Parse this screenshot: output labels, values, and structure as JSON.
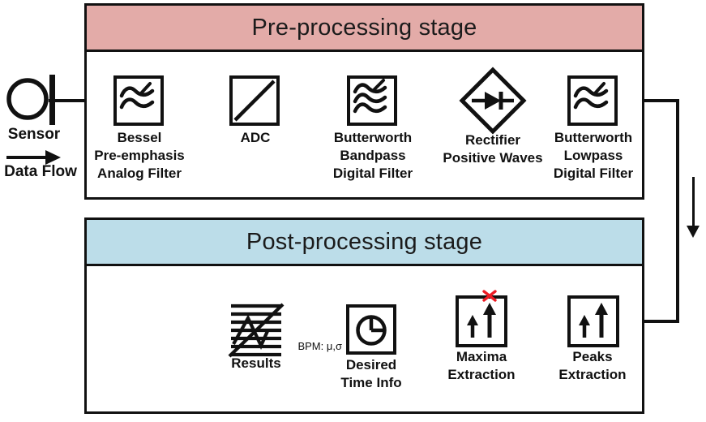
{
  "stage_pre": {
    "title": "Pre-processing stage",
    "bg": "#e3aba8"
  },
  "stage_post": {
    "title": "Post-processing stage",
    "bg": "#bcdde9"
  },
  "sensor": {
    "label": "Sensor",
    "flow_label": "Data Flow",
    "icon": "sensor-icon"
  },
  "pre_blocks": [
    {
      "icon": "lowpass-filter-icon",
      "lines": [
        "Bessel",
        "Pre-emphasis",
        "Analog Filter"
      ]
    },
    {
      "icon": "adc-icon",
      "lines": [
        "ADC"
      ]
    },
    {
      "icon": "bandpass-filter-icon",
      "lines": [
        "Butterworth",
        "Bandpass",
        "Digital Filter"
      ]
    },
    {
      "icon": "rectifier-diode-icon",
      "lines": [
        "Rectifier",
        "Positive Waves"
      ]
    },
    {
      "icon": "lowpass-filter-icon",
      "lines": [
        "Butterworth",
        "Lowpass",
        "Digital Filter"
      ]
    }
  ],
  "post_blocks": [
    {
      "icon": "results-chart-icon",
      "lines": [
        "Results"
      ]
    },
    {
      "icon": "clock-icon",
      "lines": [
        "Desired",
        "Time Info"
      ]
    },
    {
      "icon": "maxima-arrows-icon",
      "lines": [
        "Maxima",
        "Extraction"
      ]
    },
    {
      "icon": "peaks-arrows-icon",
      "lines": [
        "Peaks",
        "Extraction"
      ]
    }
  ],
  "connection_label": "BPM: μ,σ",
  "colors": {
    "line": "#111111",
    "red_x": "#ed1b24",
    "pre_header": "#e3aba8",
    "post_header": "#bcdde9"
  }
}
